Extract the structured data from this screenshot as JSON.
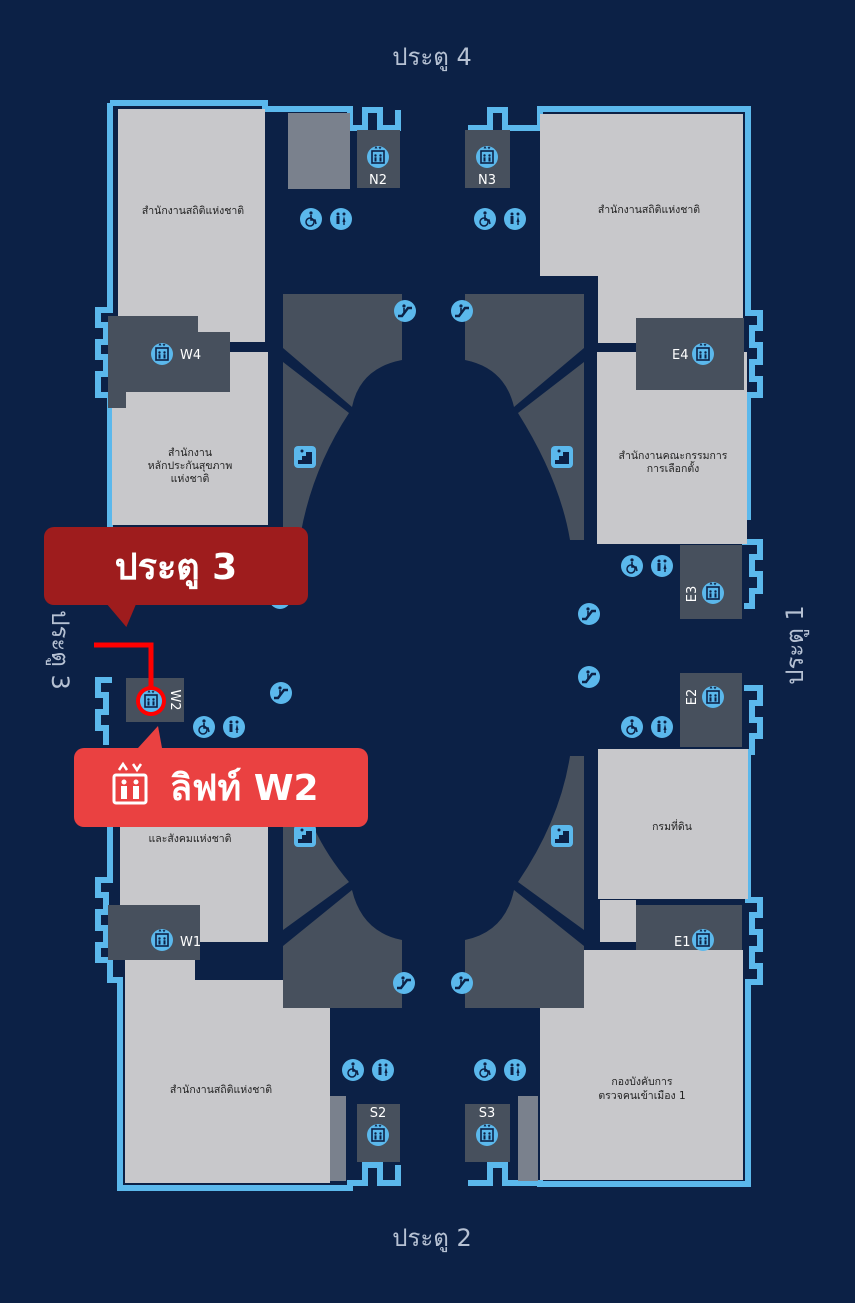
{
  "gates": {
    "north": "ประตู 4",
    "south": "ประตู 2",
    "east": "ประตู 1",
    "west": "ประตู 3"
  },
  "rooms": {
    "nw_top": "สำนักงานสถิติแห่งชาติ",
    "ne_top": "สำนักงานสถิติแห่งชาติ",
    "w_upper": [
      "สำนักงาน",
      "หลักประกันสุขภาพ",
      "แห่งชาติ"
    ],
    "e_upper": [
      "สำนักงานคณะกรรมการ",
      "การเลือกตั้ง"
    ],
    "w_lower": "และสังคมแห่งชาติ",
    "e_lower": "กรมที่ดิน",
    "sw_bottom": "สำนักงานสถิติแห่งชาติ",
    "se_bottom": [
      "กองบังคับการ",
      "ตรวจคนเข้าเมือง 1"
    ]
  },
  "lifts": {
    "N2": "N2",
    "N3": "N3",
    "W4": "W4",
    "E4": "E4",
    "E3": "E3",
    "E2": "E2",
    "W2": "W2",
    "W1": "W1",
    "E1": "E1",
    "S2": "S2",
    "S3": "S3"
  },
  "callouts": {
    "gate": "ประตู 3",
    "lift": "ลิฟท์ W2"
  },
  "colors": {
    "background": "#0c2146",
    "wall": "#5bb8ec",
    "room": "#c8c8cb",
    "service_block": "#47505d",
    "icon": "#5bb8ec",
    "gate_callout": "#9e1c1d",
    "lift_callout": "#ea4141",
    "route_line": "#ff0000"
  },
  "icons": [
    "elevator-icon",
    "escalator-icon",
    "wheelchair-icon",
    "restroom-icon",
    "stairs-icon"
  ]
}
